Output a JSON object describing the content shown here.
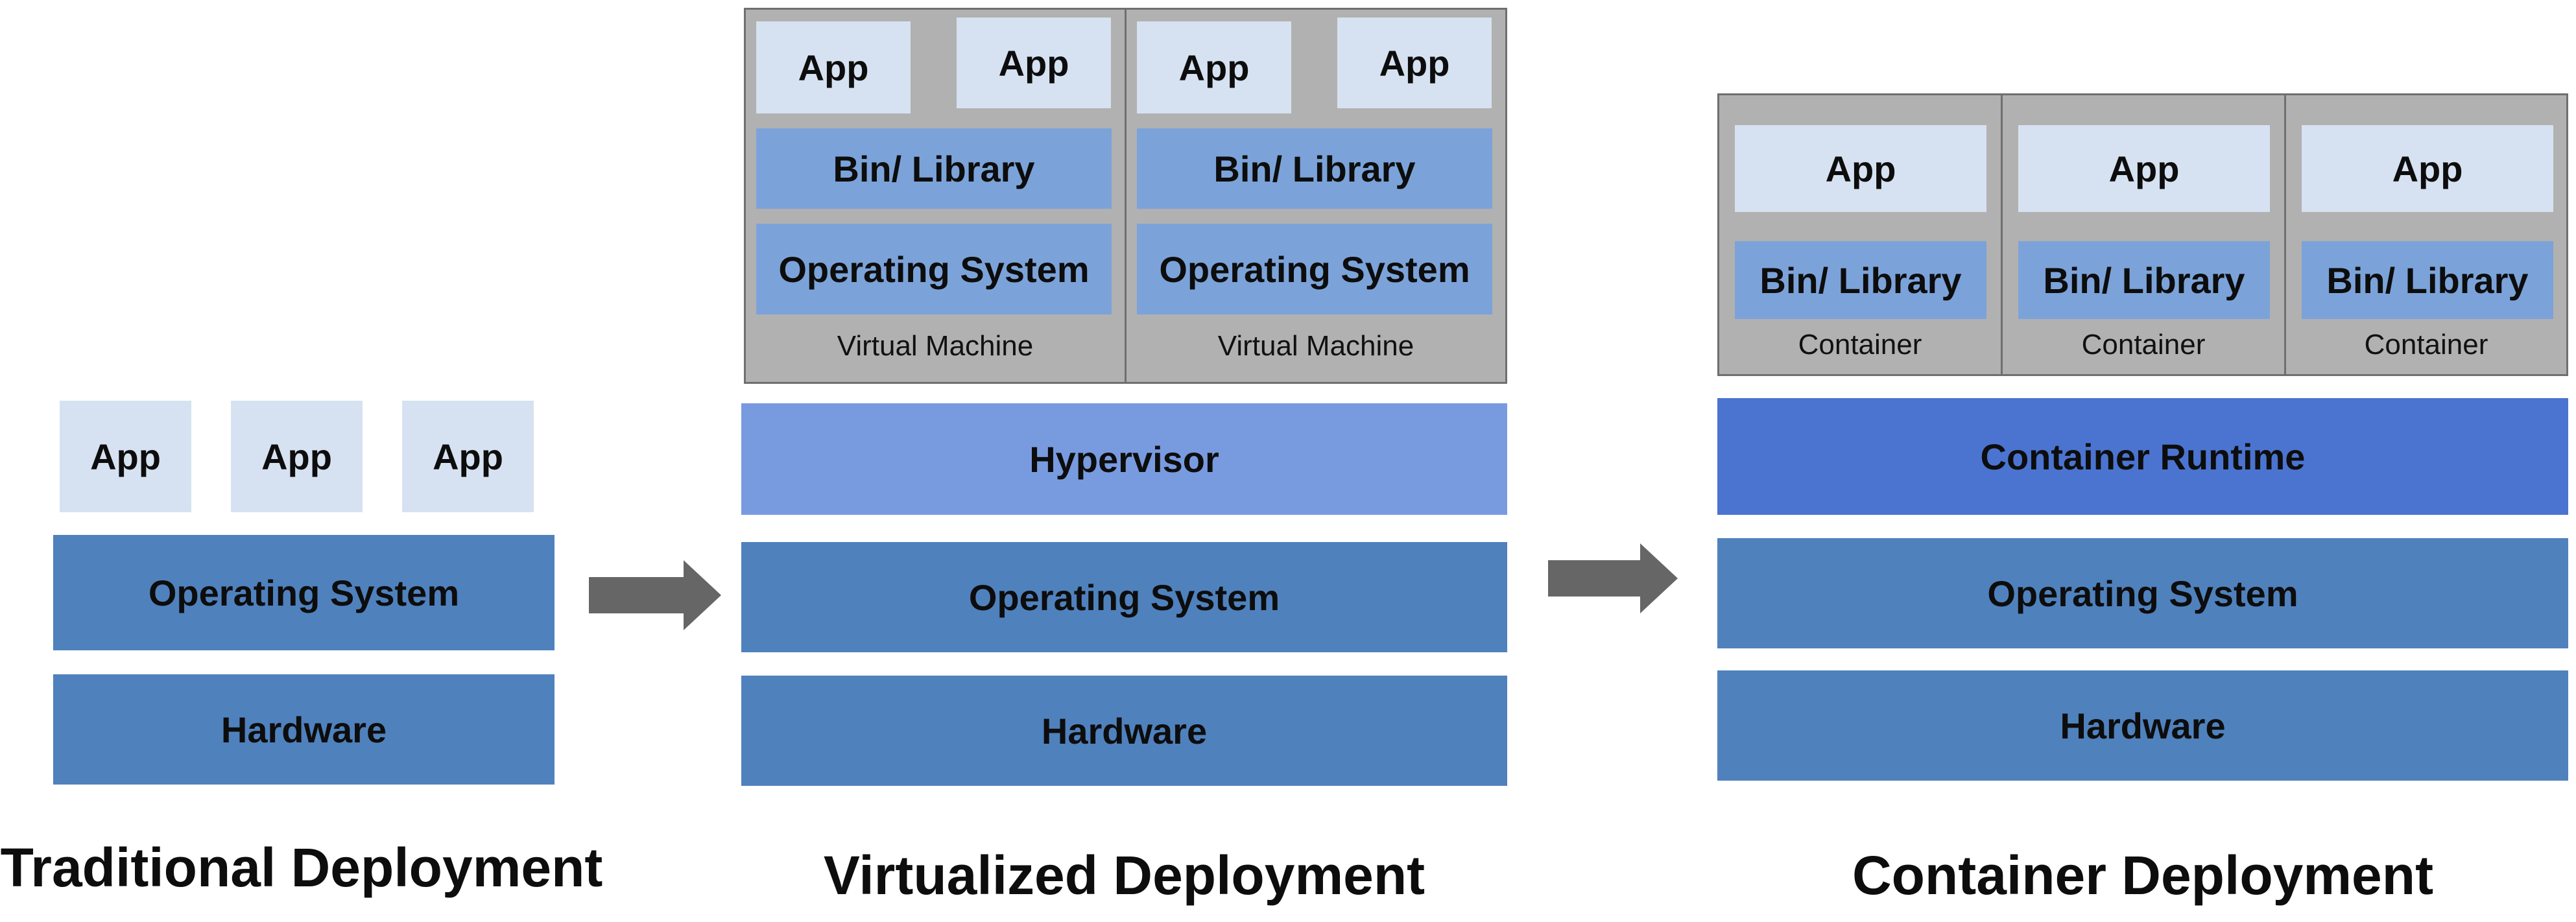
{
  "traditional": {
    "apps": [
      "App",
      "App",
      "App"
    ],
    "os": "Operating System",
    "hardware": "Hardware",
    "title": "Traditional Deployment"
  },
  "virtualized": {
    "vms": [
      {
        "apps": [
          "App",
          "App"
        ],
        "library": "Bin/ Library",
        "os": "Operating System",
        "caption": "Virtual Machine"
      },
      {
        "apps": [
          "App",
          "App"
        ],
        "library": "Bin/ Library",
        "os": "Operating System",
        "caption": "Virtual Machine"
      }
    ],
    "hypervisor": "Hypervisor",
    "os": "Operating System",
    "hardware": "Hardware",
    "title": "Virtualized Deployment"
  },
  "container": {
    "containers": [
      {
        "app": "App",
        "library": "Bin/ Library",
        "caption": "Container"
      },
      {
        "app": "App",
        "library": "Bin/ Library",
        "caption": "Container"
      },
      {
        "app": "App",
        "library": "Bin/ Library",
        "caption": "Container"
      }
    ],
    "runtime": "Container Runtime",
    "os": "Operating System",
    "hardware": "Hardware",
    "title": "Container Deployment"
  },
  "colors": {
    "app": "#d6e2f1",
    "os_hardware": "#4f81bd",
    "library": "#7ba3d9",
    "hypervisor": "#789be0",
    "runtime": "#4a74d0",
    "vm_frame": "#b1b1b1",
    "arrow": "#666666"
  }
}
